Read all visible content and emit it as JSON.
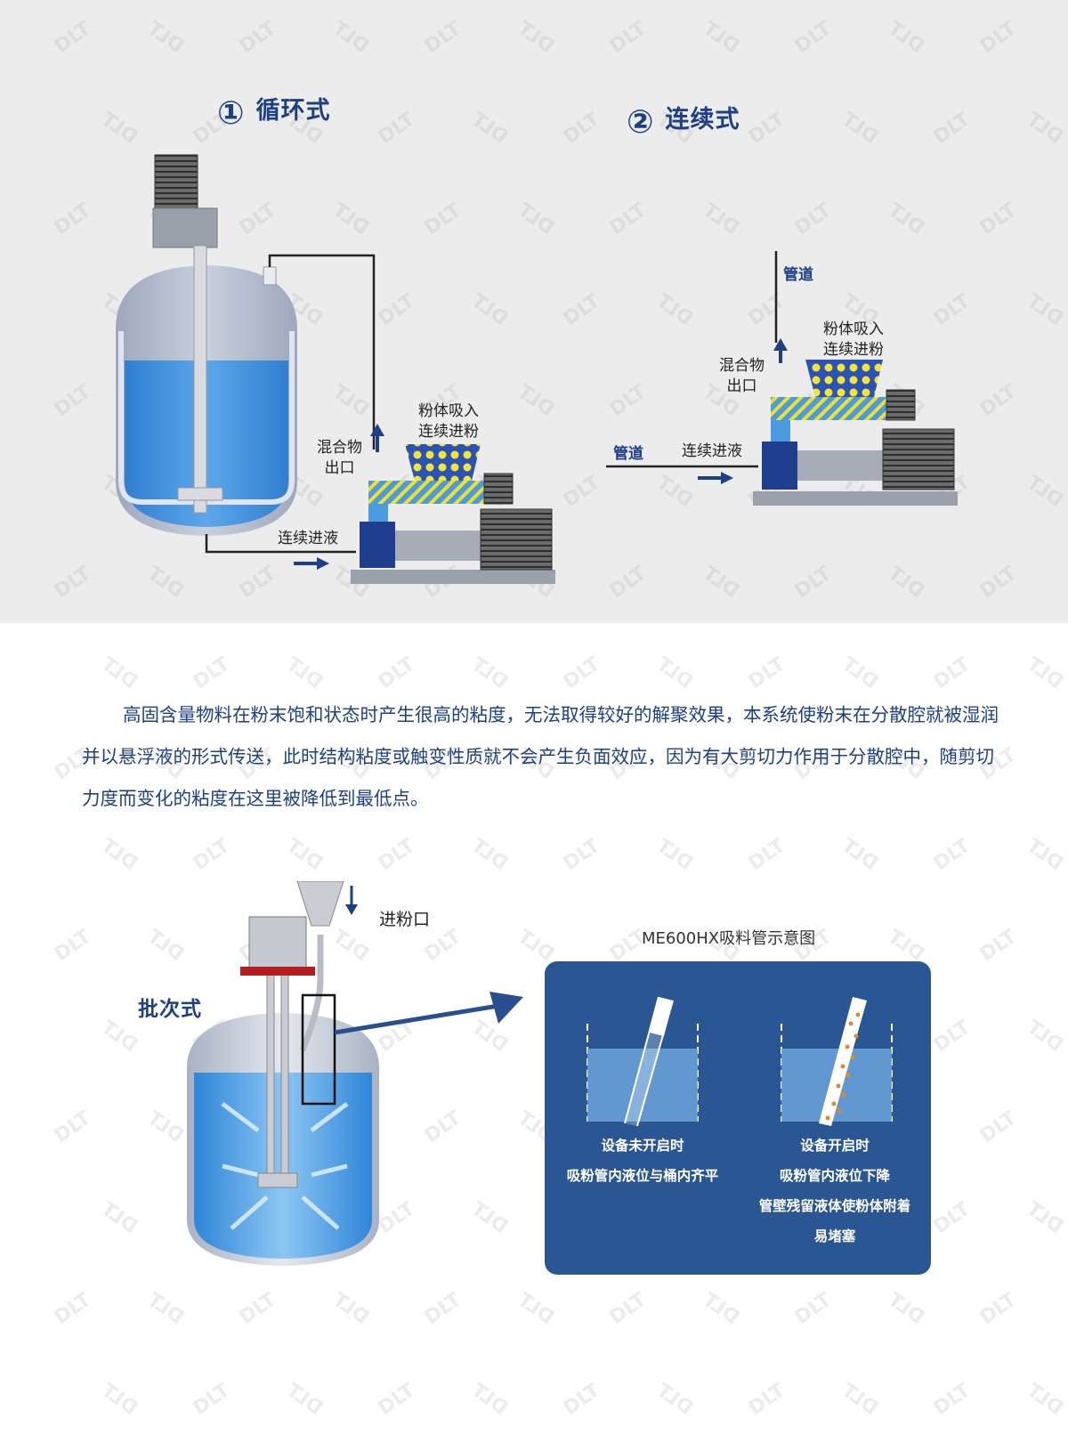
{
  "colors": {
    "brand_blue": "#1c3f86",
    "panel_bg": "#ececec",
    "liquid_blue": "#3a8ad6",
    "inset_bg": "#2a5693",
    "powder_yellow": "#f5e52b"
  },
  "top": {
    "circulating": {
      "number": "①",
      "title": "循环式",
      "mix_outlet": "混合物\n出口",
      "powder_inlet": "粉体吸入\n连续进粉",
      "liquid_inlet": "连续进液"
    },
    "continuous": {
      "number": "②",
      "title": "连续式",
      "pipe_top": "管道",
      "pipe_left": "管道",
      "mix_outlet": "混合物\n出口",
      "powder_inlet": "粉体吸入\n连续进粉",
      "liquid_inlet": "连续进液"
    }
  },
  "description": "高固含量物料在粉末饱和状态时产生很高的粘度，无法取得较好的解聚效果，本系统使粉末在分散腔就被湿润并以悬浮液的形式传送，此时结构粘度或触变性质就不会产生负面效应，因为有大剪切力作用于分散腔中，随剪切力度而变化的粘度在这里被降低到最低点。",
  "bottom": {
    "batch_title": "批次式",
    "powder_port": "进粉口",
    "inset_title": "ME600HX吸料管示意图",
    "state_off_title": "设备未开启时",
    "state_off_desc": "吸粉管内液位与桶内齐平",
    "state_on_title": "设备开启时",
    "state_on_desc1": "吸粉管内液位下降",
    "state_on_desc2": "管壁残留液体使粉体附着",
    "state_on_desc3": "易堵塞"
  },
  "watermark": "DLT"
}
